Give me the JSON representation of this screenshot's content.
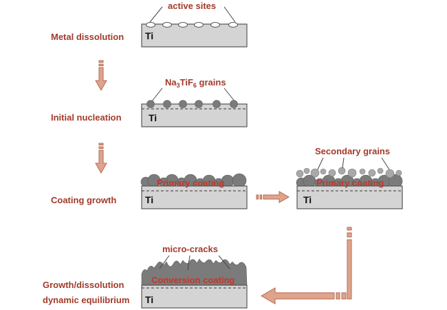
{
  "stages": {
    "metal_dissolution": "Metal dissolution",
    "initial_nucleation": "Initial nucleation",
    "coating_growth": "Coating growth",
    "equilibrium_line1": "Growth/dissolution",
    "equilibrium_line2": "dynamic equilibrium"
  },
  "substrate_label": "Ti",
  "callouts": {
    "active_sites": "active sites",
    "grains_prefix": "Na",
    "grains_sub1": "3",
    "grains_mid": "TiF",
    "grains_sub2": "6",
    "grains_suffix": " grains",
    "secondary_grains": "Secondary grains",
    "micro_cracks": "micro-cracks"
  },
  "coatings": {
    "primary": "Primary coating",
    "primary_secondary": "Primary coating",
    "conversion": "Conversion coating"
  },
  "colors": {
    "label": "#a23a2a",
    "arrow_fill": "#e0a48c",
    "arrow_stroke": "#b26a50",
    "substrate": "#d4d4d4",
    "grain": "#7b7b7b"
  }
}
